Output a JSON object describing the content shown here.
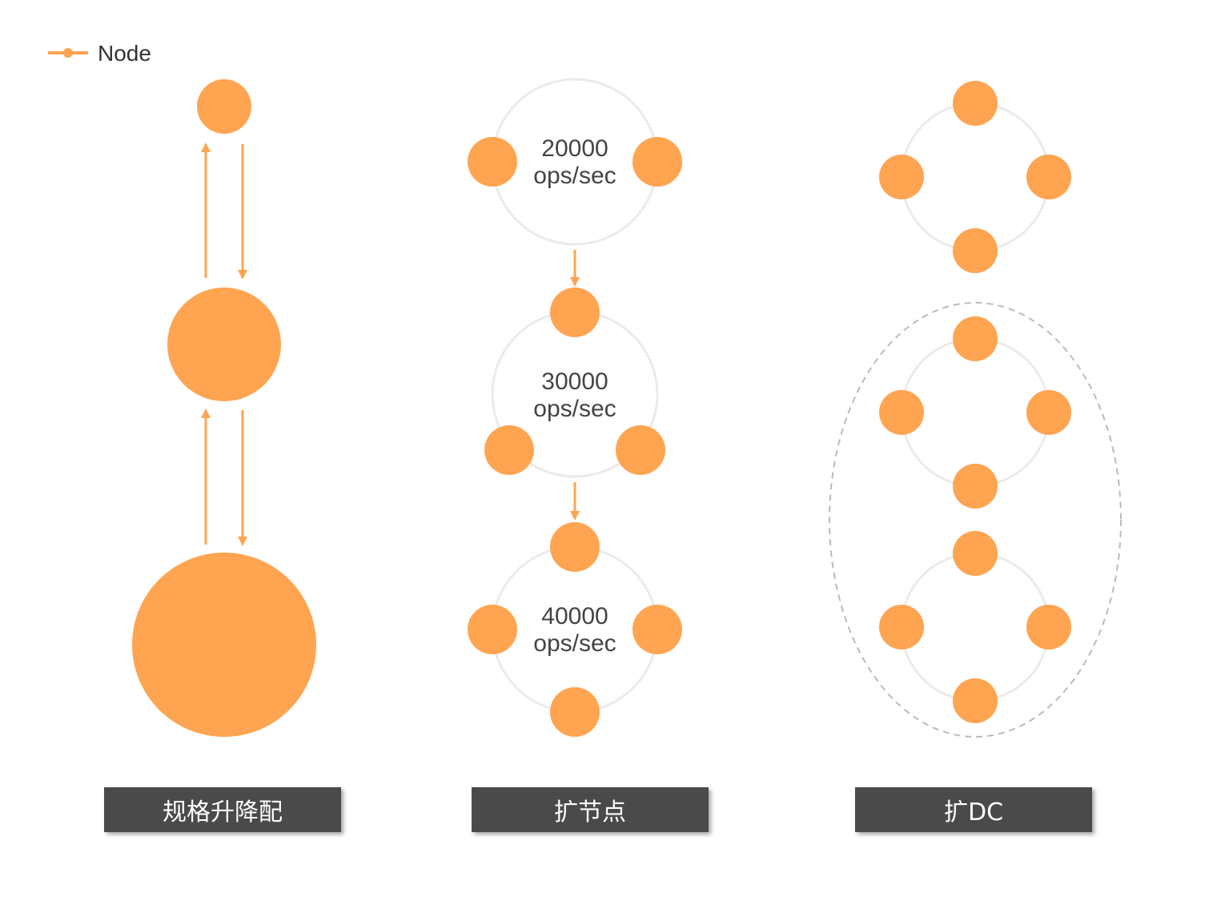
{
  "legend": {
    "label": "Node"
  },
  "colors": {
    "node": "#FFA451",
    "ring": "#EBEBEB",
    "caption_bg": "#4A4A4A",
    "dashed": "#BBBBBB"
  },
  "columns": {
    "scale_up_down": {
      "caption": "规格升降配",
      "node_sizes_ascending": [
        "small",
        "medium",
        "large"
      ]
    },
    "scale_out_nodes": {
      "caption": "扩节点",
      "rings": [
        {
          "throughput": "20000",
          "unit": "ops/sec",
          "node_count": 2
        },
        {
          "throughput": "30000",
          "unit": "ops/sec",
          "node_count": 3
        },
        {
          "throughput": "40000",
          "unit": "ops/sec",
          "node_count": 4
        }
      ]
    },
    "scale_out_dc": {
      "caption": "扩DC",
      "groups": [
        {
          "ring_count": 1,
          "nodes_per_ring": 4
        },
        {
          "ring_count": 2,
          "nodes_per_ring": 4,
          "dashed_boundary": true
        }
      ]
    }
  }
}
